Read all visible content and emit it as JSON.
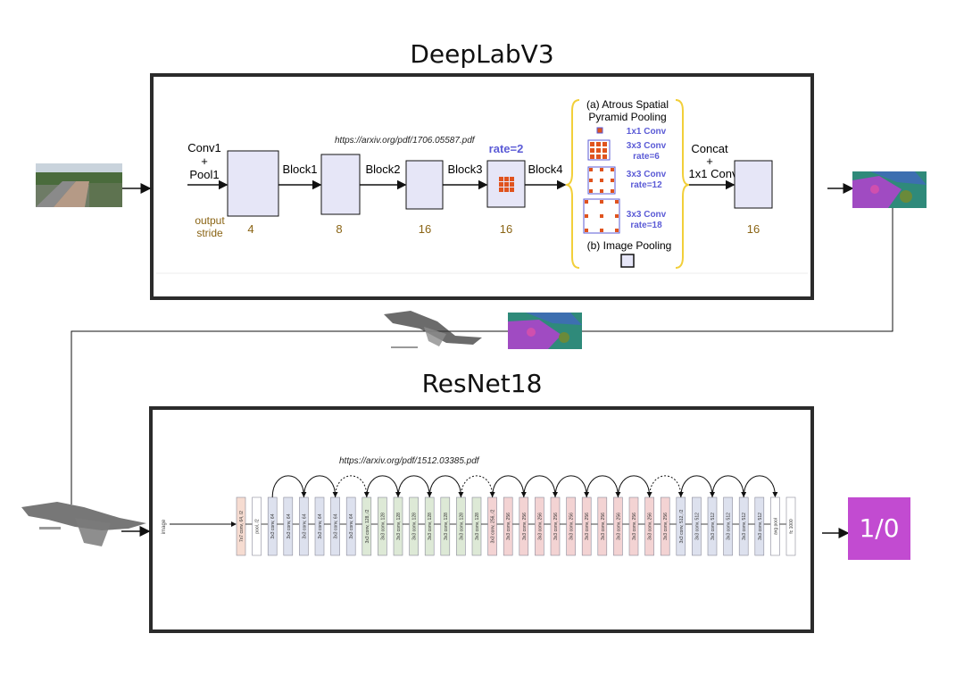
{
  "deeplab": {
    "title": "DeepLabV3",
    "url": "https://arxiv.org/pdf/1706.05587.pdf",
    "stem_label": [
      "Conv1",
      "+",
      "Pool1"
    ],
    "stride_label": [
      "output",
      "stride"
    ],
    "blocks": [
      "Block1",
      "Block2",
      "Block3",
      "Block4"
    ],
    "strides": [
      "4",
      "8",
      "16",
      "16",
      "16"
    ],
    "rate_label": "rate=2",
    "aspp_title": [
      "(a) Atrous Spatial",
      "Pyramid Pooling"
    ],
    "aspp_branches": [
      {
        "line1": "1x1 Conv",
        "line2": ""
      },
      {
        "line1": "3x3 Conv",
        "line2": "rate=6"
      },
      {
        "line1": "3x3 Conv",
        "line2": "rate=12"
      },
      {
        "line1": "3x3 Conv",
        "line2": "rate=18"
      }
    ],
    "image_pooling": "(b) Image Pooling",
    "concat_label": [
      "Concat",
      "+",
      "1x1 Conv"
    ]
  },
  "resnet": {
    "title": "ResNet18",
    "url": "https://arxiv.org/pdf/1512.03385.pdf",
    "input_label": "image",
    "layers": [
      "7x7 conv, 64, /2",
      "pool, /2",
      "3x3 conv, 64",
      "3x3 conv, 64",
      "3x3 conv, 64",
      "3x3 conv, 64",
      "3x3 conv, 64",
      "3x3 conv, 64",
      "3x3 conv, 128, /2",
      "3x3 conv, 128",
      "3x3 conv, 128",
      "3x3 conv, 128",
      "3x3 conv, 128",
      "3x3 conv, 128",
      "3x3 conv, 128",
      "3x3 conv, 128",
      "3x3 conv, 256, /2",
      "3x3 conv, 256",
      "3x3 conv, 256",
      "3x3 conv, 256",
      "3x3 conv, 256",
      "3x3 conv, 256",
      "3x3 conv, 256",
      "3x3 conv, 256",
      "3x3 conv, 256",
      "3x3 conv, 256",
      "3x3 conv, 256",
      "3x3 conv, 256",
      "3x3 conv, 512, /2",
      "3x3 conv, 512",
      "3x3 conv, 512",
      "3x3 conv, 512",
      "3x3 conv, 512",
      "3x3 conv, 512",
      "avg pool",
      "fc 1000"
    ],
    "output": "1/0"
  },
  "colors": {
    "block_fill": "#e6e6f7",
    "stride_text": "#8a6414",
    "aspp_label": "#5b5bd6",
    "aspp_bracket": "#f2cf3a",
    "kernel_fill": "#e0531e",
    "result_bg": "#c24bd1",
    "layer_stem": "#f6dcd1",
    "layer_64": "#dde1ee",
    "layer_128": "#dde9d6",
    "layer_256": "#f3d3d3",
    "layer_512": "#dde1ee",
    "layer_out": "#ffffff"
  }
}
